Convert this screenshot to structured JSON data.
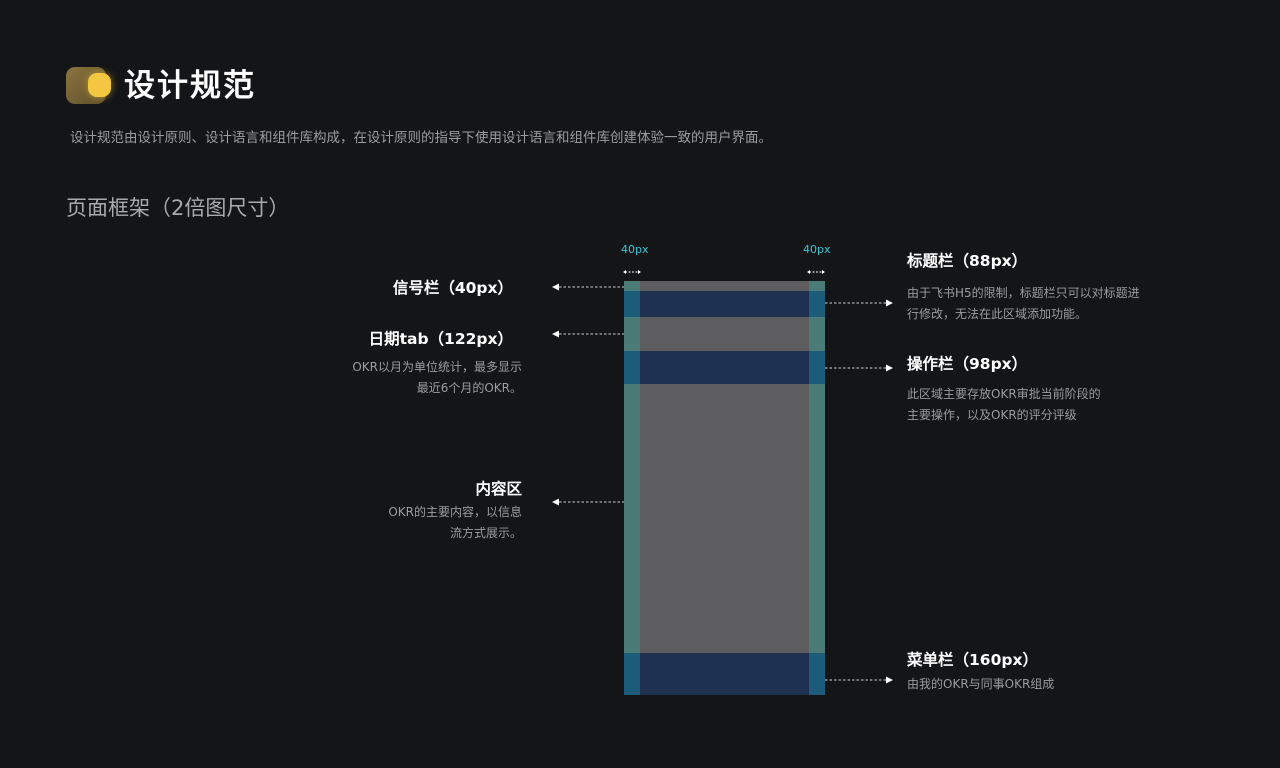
{
  "header": {
    "title": "设计规范",
    "description": "设计规范由设计原则、设计语言和组件库构成，在设计原则的指导下使用设计语言和组件库创建体验一致的用户界面。",
    "section_title": "页面框架（2倍图尺寸）"
  },
  "frame": {
    "margin_left_label": "40px",
    "margin_right_label": "40px"
  },
  "annotations": {
    "left": [
      {
        "title": "信号栏（40px）",
        "desc": []
      },
      {
        "title": "日期tab（122px）",
        "desc": [
          "OKR以月为单位统计，最多显示",
          "最近6个月的OKR。"
        ]
      },
      {
        "title": "内容区",
        "desc": [
          "OKR的主要内容，以信息",
          "流方式展示。"
        ]
      }
    ],
    "right": [
      {
        "title": "标题栏（88px）",
        "desc": [
          "由于飞书H5的限制，标题栏只可以对标题进",
          "行修改，无法在此区域添加功能。"
        ]
      },
      {
        "title": "操作栏（98px）",
        "desc": [
          "此区域主要存放OKR审批当前阶段的",
          "主要操作，以及OKR的评分评级"
        ]
      },
      {
        "title": "菜单栏（160px）",
        "desc": [
          "由我的OKR与同事OKR组成"
        ]
      }
    ]
  },
  "colors": {
    "background": "#141517",
    "frame": "#5d5d5f",
    "margin": "#4a7b76",
    "band": "#1e3150",
    "accent": "#35c6d6",
    "logo": "#f5c640"
  }
}
